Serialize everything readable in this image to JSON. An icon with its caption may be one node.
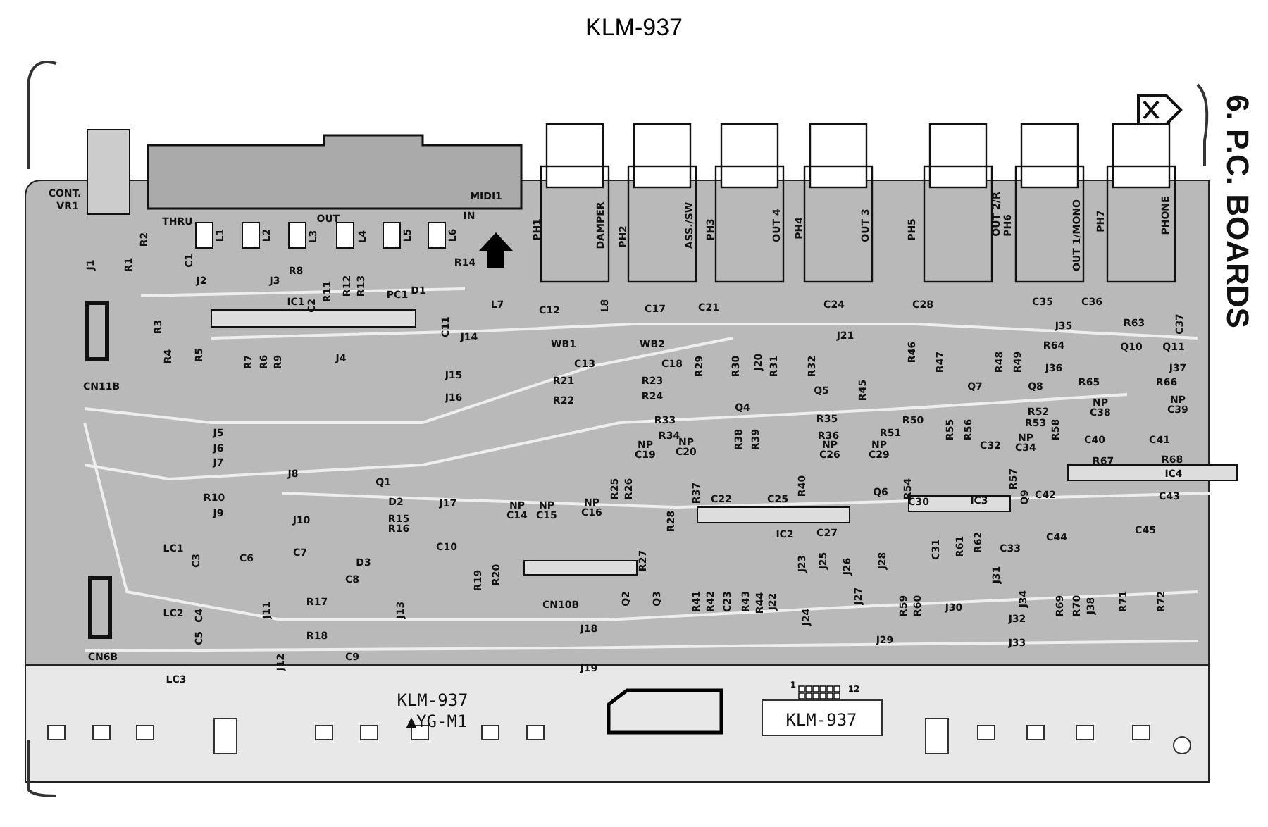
{
  "diagram": {
    "title": "KLM-937",
    "labels": [
      "6. P.C. BOARDS",
      "CONT.",
      "VR1",
      "MIDI1",
      "THRU",
      "OUT",
      "IN",
      "L1",
      "L2",
      "L3",
      "L4",
      "L5",
      "L6",
      "PH1",
      "DAMPER",
      "PH2",
      "ASS./SW",
      "PH3",
      "OUT 4",
      "PH4",
      "OUT 3",
      "PH5",
      "OUT 2/R",
      "PH6",
      "OUT 1/MONO",
      "PH7",
      "PHONE",
      "R2",
      "J1",
      "R1",
      "C1",
      "R8",
      "R14",
      "J2",
      "J3",
      "R11",
      "R12",
      "R13",
      "IC1",
      "C2",
      "PC1",
      "D1",
      "C11",
      "J14",
      "R3",
      "R4",
      "R5",
      "R7",
      "R6",
      "R9",
      "J4",
      "CN11B",
      "J15",
      "J16",
      "L7",
      "C12",
      "WB1",
      "C13",
      "R21",
      "R22",
      "L8",
      "C17",
      "WB2",
      "C18",
      "R23",
      "R24",
      "C21",
      "R29",
      "R30",
      "J20",
      "R31",
      "R32",
      "Q4",
      "Q5",
      "C24",
      "J21",
      "R45",
      "C28",
      "R46",
      "R33",
      "R35",
      "R50",
      "R51",
      "C35",
      "C36",
      "J35",
      "R63",
      "C37",
      "R64",
      "Q10",
      "Q11",
      "R47",
      "R48",
      "R49",
      "J36",
      "J37",
      "Q7",
      "Q8",
      "R65",
      "R66",
      "R52",
      "NP C38",
      "NP C39",
      "R53",
      "R58",
      "R34",
      "R38",
      "R39",
      "R36",
      "NP C19",
      "NP C20",
      "NP C26",
      "NP C29",
      "R25",
      "R26",
      "R37",
      "C22",
      "C25",
      "R40",
      "Q6",
      "R54",
      "C30",
      "NP C14",
      "NP C15",
      "NP C16",
      "R28",
      "IC2",
      "C27",
      "R55",
      "R56",
      "C32",
      "NP C34",
      "R57",
      "C40",
      "C41",
      "R67",
      "R68",
      "IC4",
      "IC3",
      "Q9",
      "C42",
      "C43",
      "C44",
      "C45",
      "R61",
      "R62",
      "C33",
      "C31",
      "J5",
      "J6",
      "J7",
      "J8",
      "Q1",
      "R10",
      "D2",
      "J9",
      "J10",
      "R15",
      "R16",
      "J17",
      "LC1",
      "C3",
      "C6",
      "C7",
      "D3",
      "C10",
      "C8",
      "R17",
      "J11",
      "J13",
      "LC2",
      "C4",
      "C5",
      "CN6B",
      "R18",
      "C9",
      "J12",
      "LC3",
      "R19",
      "R20",
      "R27",
      "Q2",
      "Q3",
      "CN10B",
      "R41",
      "R42",
      "C23",
      "R43",
      "R44",
      "J22",
      "J23",
      "J24",
      "J25",
      "J26",
      "J28",
      "J27",
      "R59",
      "R60",
      "J18",
      "J19",
      "J29",
      "J31",
      "J34",
      "R69",
      "R70",
      "J38",
      "R71",
      "R72",
      "J30",
      "J32",
      "J33",
      "KLM-937",
      "▲YG-M1",
      "1",
      "12",
      "KLM-937"
    ]
  }
}
